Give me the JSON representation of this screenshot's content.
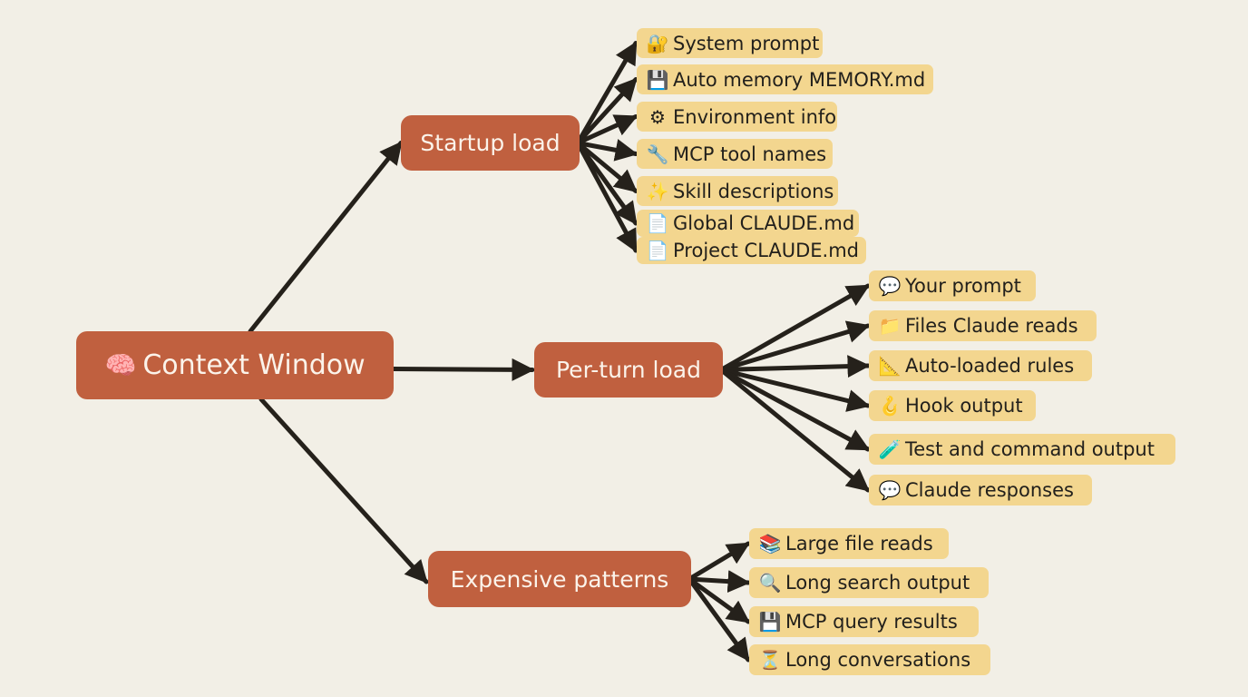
{
  "root": {
    "label": "Context Window",
    "icon": "🧠",
    "icon_name": "brain-icon"
  },
  "hubs": [
    {
      "id": "startup",
      "label": "Startup load",
      "items": [
        {
          "label": "System prompt",
          "icon": "🔐",
          "icon_name": "lock-key-icon"
        },
        {
          "label": "Auto memory MEMORY.md",
          "icon": "💾",
          "icon_name": "floppy-disk-icon"
        },
        {
          "label": "Environment info",
          "icon": "⚙",
          "icon_name": "gear-icon"
        },
        {
          "label": "MCP tool names",
          "icon": "🔧",
          "icon_name": "wrench-icon"
        },
        {
          "label": "Skill descriptions",
          "icon": "✨",
          "icon_name": "sparkles-icon"
        },
        {
          "label": "Global CLAUDE.md",
          "icon": "📄",
          "icon_name": "document-icon"
        },
        {
          "label": "Project CLAUDE.md",
          "icon": "📄",
          "icon_name": "document-icon"
        }
      ]
    },
    {
      "id": "perturn",
      "label": "Per-turn load",
      "items": [
        {
          "label": "Your prompt",
          "icon": "💬",
          "icon_name": "speech-bubble-icon"
        },
        {
          "label": "Files Claude reads",
          "icon": "📁",
          "icon_name": "folder-icon"
        },
        {
          "label": "Auto-loaded rules",
          "icon": "📐",
          "icon_name": "triangle-ruler-icon"
        },
        {
          "label": "Hook output",
          "icon": "🪝",
          "icon_name": "hook-icon"
        },
        {
          "label": "Test and command output",
          "icon": "🧪",
          "icon_name": "test-tube-icon"
        },
        {
          "label": "Claude responses",
          "icon": "💬",
          "icon_name": "speech-bubble-icon"
        }
      ]
    },
    {
      "id": "expensive",
      "label": "Expensive patterns",
      "items": [
        {
          "label": "Large file reads",
          "icon": "📚",
          "icon_name": "books-icon"
        },
        {
          "label": "Long search output",
          "icon": "🔍",
          "icon_name": "magnifier-icon"
        },
        {
          "label": "MCP query results",
          "icon": "💾",
          "icon_name": "floppy-disk-icon"
        },
        {
          "label": "Long conversations",
          "icon": "⏳",
          "icon_name": "hourglass-icon"
        }
      ]
    }
  ],
  "colors": {
    "background": "#f2efe6",
    "hub_fill": "#c0603f",
    "hub_text": "#fbf3ea",
    "leaf_fill": "#f3d68f",
    "leaf_text": "#22201c",
    "arrow": "#25211b"
  }
}
